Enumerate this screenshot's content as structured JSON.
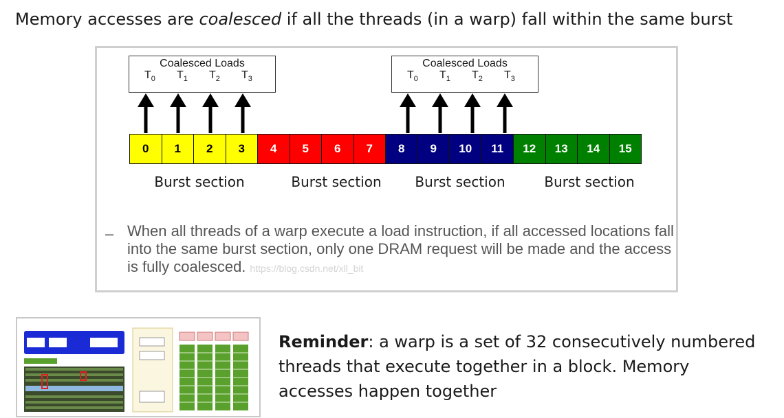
{
  "title": {
    "before": "Memory accesses are ",
    "emphasis": "coalesced",
    "after": " if all the threads (in a warp) fall within the same burst"
  },
  "diagram": {
    "load_groups": [
      {
        "label": "Coalesced Loads",
        "threads": [
          "T",
          "T",
          "T",
          "T"
        ],
        "subscripts": [
          "0",
          "1",
          "2",
          "3"
        ]
      },
      {
        "label": "Coalesced Loads",
        "threads": [
          "T",
          "T",
          "T",
          "T"
        ],
        "subscripts": [
          "0",
          "1",
          "2",
          "3"
        ]
      }
    ],
    "cells": [
      "0",
      "1",
      "2",
      "3",
      "4",
      "5",
      "6",
      "7",
      "8",
      "9",
      "10",
      "11",
      "12",
      "13",
      "14",
      "15"
    ],
    "section_colors": [
      "#ffff00",
      "#ff0000",
      "#000080",
      "#008000"
    ],
    "section_text_colors": [
      "#000000",
      "#ffffff",
      "#ffffff",
      "#ffffff"
    ],
    "sections": [
      "Burst section",
      "Burst section",
      "Burst section",
      "Burst section"
    ],
    "bullet_dash": "–",
    "bullet_text": "When all threads of a warp execute a load instruction, if all accessed locations fall into the same burst section, only one DRAM request will be made and the access is fully coalesced.",
    "watermark": "https://blog.csdn.net/xll_bit"
  },
  "reminder": {
    "bold": "Reminder",
    "text": ": a warp is a set of 32 consecutively numbered threads that execute together in a block. Memory accesses happen together"
  }
}
